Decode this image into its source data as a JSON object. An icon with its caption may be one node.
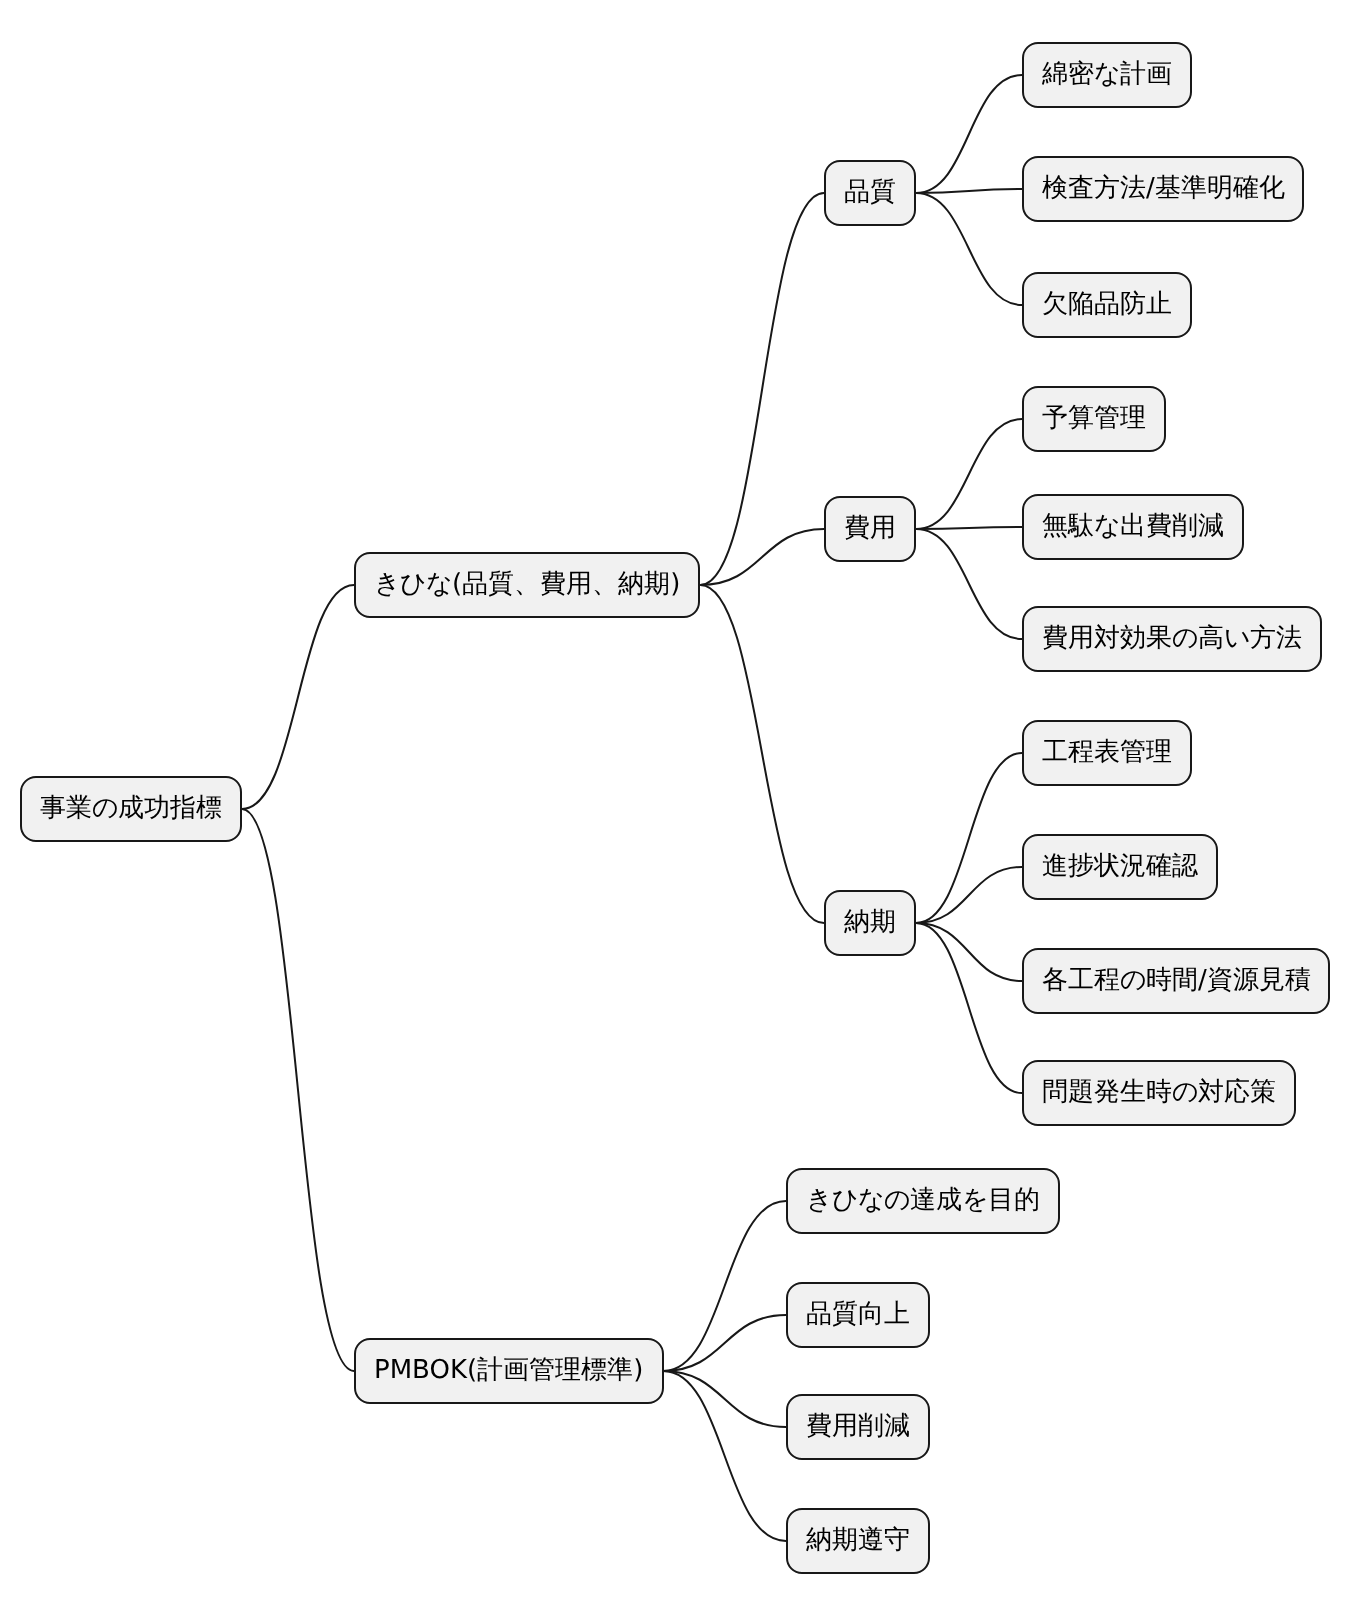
{
  "diagram": {
    "nodes": [
      {
        "text": [
          "事業の成功指標"
        ]
      },
      {
        "text": [
          "きひな(品質、費用、納期)"
        ]
      },
      {
        "text": [
          "品質"
        ]
      },
      {
        "text": [
          "綿密な計画"
        ]
      },
      {
        "text": [
          "検査方法/基準明確化"
        ]
      },
      {
        "text": [
          "欠陥品防止"
        ]
      },
      {
        "text": [
          "費用"
        ]
      },
      {
        "text": [
          "予算管理"
        ]
      },
      {
        "text": [
          "無駄な出費削減"
        ]
      },
      {
        "text": [
          "費用対効果の高い方法"
        ]
      },
      {
        "text": [
          "納期"
        ]
      },
      {
        "text": [
          "工程表管理"
        ]
      },
      {
        "text": [
          "進捗状況確認"
        ]
      },
      {
        "text": [
          "各工程の時間/資源見積"
        ]
      },
      {
        "text": [
          "問題発生時の対応策"
        ]
      },
      {
        "text": [
          "PMBOK(計画管理標準)"
        ]
      },
      {
        "text": [
          "きひなの達成を目的"
        ]
      },
      {
        "text": [
          "品質向上"
        ]
      },
      {
        "text": [
          "費用削減"
        ]
      },
      {
        "text": [
          "納期遵守"
        ]
      }
    ],
    "edges": [
      {
        "from": 0,
        "to": 1,
        "arrow": "none"
      },
      {
        "from": 1,
        "to": 2,
        "arrow": "none"
      },
      {
        "from": 2,
        "to": 3,
        "arrow": "none"
      },
      {
        "from": 2,
        "to": 4,
        "arrow": "none"
      },
      {
        "from": 2,
        "to": 5,
        "arrow": "none"
      },
      {
        "from": 1,
        "to": 6,
        "arrow": "none"
      },
      {
        "from": 6,
        "to": 7,
        "arrow": "none"
      },
      {
        "from": 6,
        "to": 8,
        "arrow": "none"
      },
      {
        "from": 6,
        "to": 9,
        "arrow": "none"
      },
      {
        "from": 1,
        "to": 10,
        "arrow": "none"
      },
      {
        "from": 10,
        "to": 11,
        "arrow": "none"
      },
      {
        "from": 10,
        "to": 12,
        "arrow": "none"
      },
      {
        "from": 10,
        "to": 13,
        "arrow": "none"
      },
      {
        "from": 10,
        "to": 14,
        "arrow": "none"
      },
      {
        "from": 0,
        "to": 15,
        "arrow": "none"
      },
      {
        "from": 15,
        "to": 16,
        "arrow": "none"
      },
      {
        "from": 15,
        "to": 17,
        "arrow": "none"
      },
      {
        "from": 15,
        "to": 18,
        "arrow": "none"
      },
      {
        "from": 15,
        "to": 19,
        "arrow": "none"
      }
    ]
  }
}
